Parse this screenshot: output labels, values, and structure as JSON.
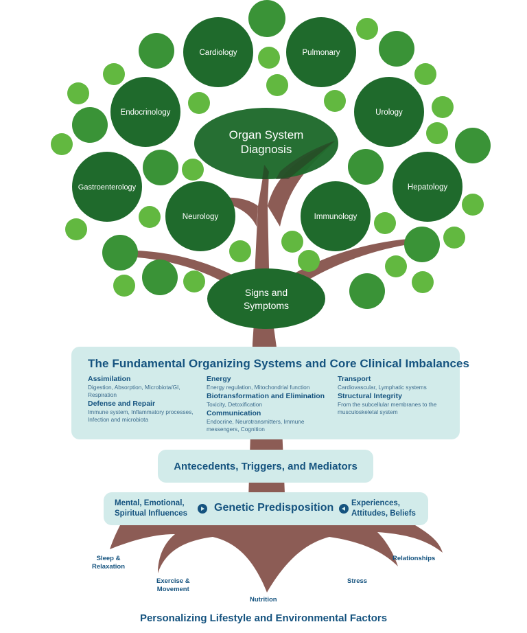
{
  "colors": {
    "dark_green": "#1f6a2c",
    "mid_green": "#3a9337",
    "light_green": "#62b840",
    "trunk_brown": "#8c5c55",
    "box_fill": "#d2ebea",
    "text_blue": "#15537f"
  },
  "canopy": {
    "center_node": {
      "line1": "Organ System",
      "line2": "Diagnosis"
    },
    "base_node": {
      "line1": "Signs and",
      "line2": "Symptoms"
    },
    "organ_systems": [
      {
        "label": "Cardiology"
      },
      {
        "label": "Pulmonary"
      },
      {
        "label": "Endocrinology"
      },
      {
        "label": "Urology"
      },
      {
        "label": "Gastroenterology"
      },
      {
        "label": "Hepatology"
      },
      {
        "label": "Neurology"
      },
      {
        "label": "Immunology"
      }
    ]
  },
  "fundamental": {
    "title": "The Fundamental Organizing Systems and Core Clinical Imbalances",
    "columns": [
      [
        {
          "heading": "Assimilation",
          "detail": "Digestion, Absorption, Microbiota/GI, Respiration"
        },
        {
          "heading": "Defense and Repair",
          "detail": "Immune system, Inflammatory processes, Infection and microbiota"
        }
      ],
      [
        {
          "heading": "Energy",
          "detail": "Energy regulation, Mitochondrial function"
        },
        {
          "heading": "Biotransformation and Elimination",
          "detail": "Toxicity, Detoxification"
        },
        {
          "heading": "Communication",
          "detail": "Endocrine, Neurotransmitters, Immune messengers, Cognition"
        }
      ],
      [
        {
          "heading": "Transport",
          "detail": "Cardiovascular, Lymphatic systems"
        },
        {
          "heading": "Structural Integrity",
          "detail": "From the subcellular membranes to the musculoskeletal system"
        }
      ]
    ]
  },
  "antecedents": {
    "label": "Antecedents, Triggers, and Mediators"
  },
  "genetic": {
    "left_line1": "Mental, Emotional,",
    "left_line2": "Spiritual Influences",
    "center": "Genetic Predisposition",
    "right_line1": "Experiences,",
    "right_line2": "Attitudes, Beliefs",
    "left_icon": "arrow-right-circle",
    "right_icon": "arrow-left-circle"
  },
  "roots": {
    "sleep": {
      "line1": "Sleep &",
      "line2": "Relaxation"
    },
    "exercise": {
      "line1": "Exercise &",
      "line2": "Movement"
    },
    "nutrition": {
      "line1": "Nutrition"
    },
    "stress": {
      "line1": "Stress"
    },
    "relationships": {
      "line1": "Relationships"
    }
  },
  "footer": {
    "title": "Personalizing Lifestyle and Environmental Factors"
  }
}
